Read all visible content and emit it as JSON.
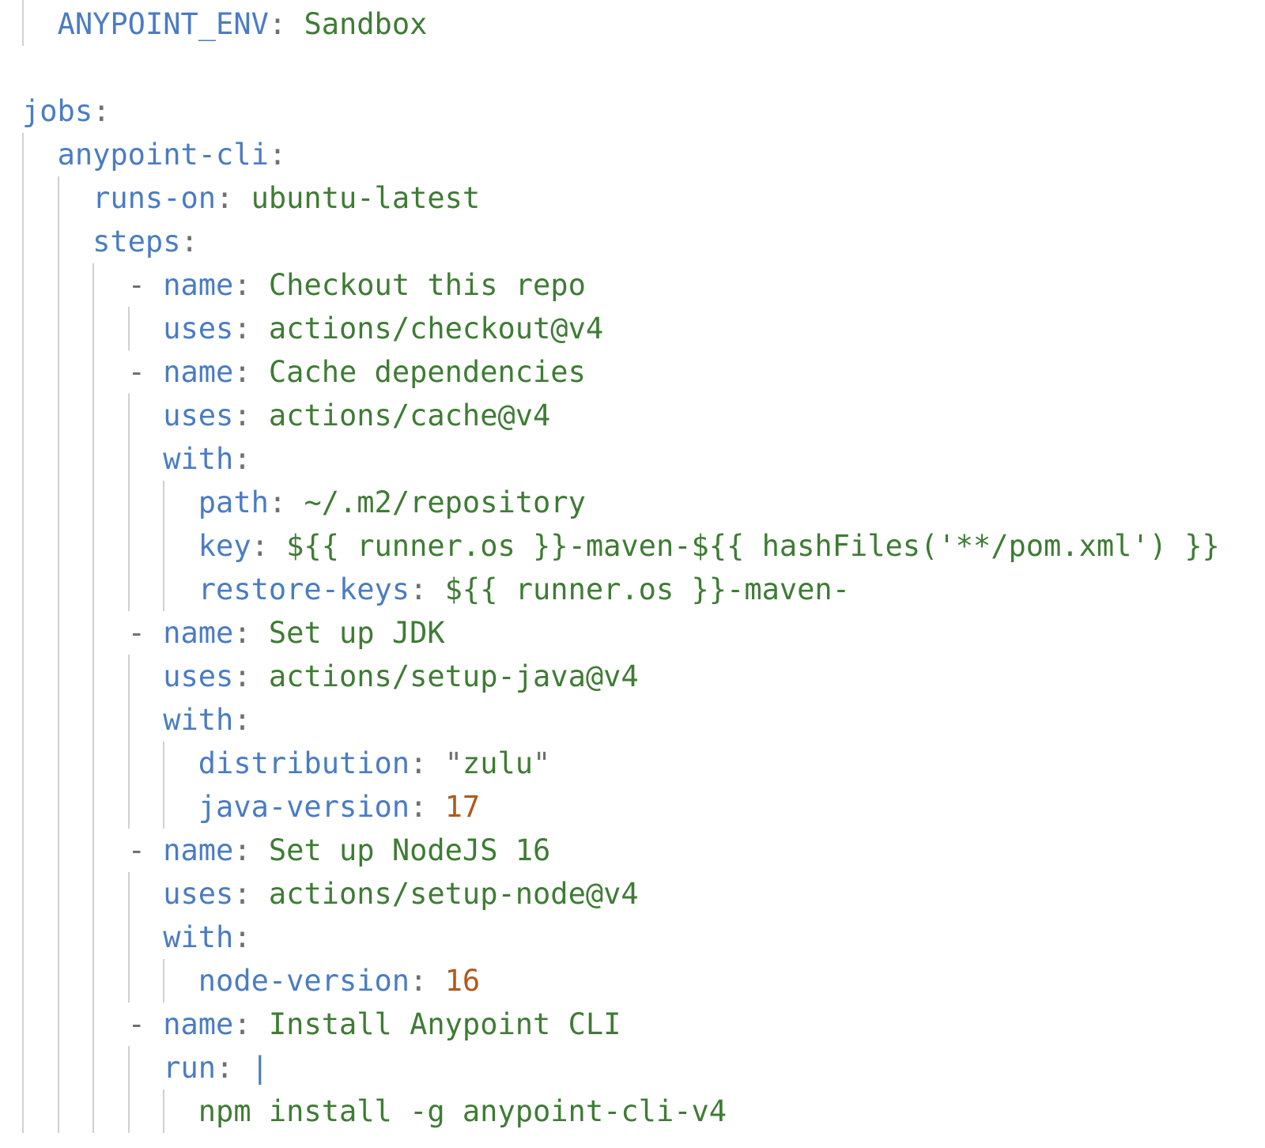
{
  "editor": {
    "language_hint": "yaml",
    "colors": {
      "background": "#ffffff",
      "key": "#4a7cc4",
      "string": "#3e7c34",
      "punctuation": "#707070",
      "number": "#b05a1e",
      "indent_guide": "#d0d0d0"
    },
    "code": {
      "lines": [
        {
          "indent": 2,
          "guides": [
            0
          ],
          "tokens": [
            [
              "key",
              "ANYPOINT_ENV"
            ],
            [
              "punct",
              ": "
            ],
            [
              "str",
              "Sandbox"
            ]
          ]
        },
        {
          "indent": 0,
          "guides": [],
          "tokens": []
        },
        {
          "indent": 0,
          "guides": [],
          "tokens": [
            [
              "key",
              "jobs"
            ],
            [
              "punct",
              ":"
            ]
          ]
        },
        {
          "indent": 2,
          "guides": [
            0
          ],
          "tokens": [
            [
              "key",
              "anypoint-cli"
            ],
            [
              "punct",
              ":"
            ]
          ]
        },
        {
          "indent": 4,
          "guides": [
            0,
            2
          ],
          "tokens": [
            [
              "key",
              "runs-on"
            ],
            [
              "punct",
              ": "
            ],
            [
              "str",
              "ubuntu-latest"
            ]
          ]
        },
        {
          "indent": 4,
          "guides": [
            0,
            2
          ],
          "tokens": [
            [
              "key",
              "steps"
            ],
            [
              "punct",
              ":"
            ]
          ]
        },
        {
          "indent": 6,
          "guides": [
            0,
            2,
            4
          ],
          "tokens": [
            [
              "punct",
              "- "
            ],
            [
              "key",
              "name"
            ],
            [
              "punct",
              ": "
            ],
            [
              "str",
              "Checkout this repo"
            ]
          ]
        },
        {
          "indent": 8,
          "guides": [
            0,
            2,
            4,
            6
          ],
          "tokens": [
            [
              "key",
              "uses"
            ],
            [
              "punct",
              ": "
            ],
            [
              "str",
              "actions/checkout@v4"
            ]
          ]
        },
        {
          "indent": 6,
          "guides": [
            0,
            2,
            4
          ],
          "tokens": [
            [
              "punct",
              "- "
            ],
            [
              "key",
              "name"
            ],
            [
              "punct",
              ": "
            ],
            [
              "str",
              "Cache dependencies"
            ]
          ]
        },
        {
          "indent": 8,
          "guides": [
            0,
            2,
            4,
            6
          ],
          "tokens": [
            [
              "key",
              "uses"
            ],
            [
              "punct",
              ": "
            ],
            [
              "str",
              "actions/cache@v4"
            ]
          ]
        },
        {
          "indent": 8,
          "guides": [
            0,
            2,
            4,
            6
          ],
          "tokens": [
            [
              "key",
              "with"
            ],
            [
              "punct",
              ":"
            ]
          ]
        },
        {
          "indent": 10,
          "guides": [
            0,
            2,
            4,
            6,
            8
          ],
          "tokens": [
            [
              "key",
              "path"
            ],
            [
              "punct",
              ": "
            ],
            [
              "str",
              "~/.m2/repository"
            ]
          ]
        },
        {
          "indent": 10,
          "guides": [
            0,
            2,
            4,
            6,
            8
          ],
          "tokens": [
            [
              "key",
              "key"
            ],
            [
              "punct",
              ": "
            ],
            [
              "str",
              "${{ runner.os }}-maven-${{ hashFiles('**/pom.xml') }}"
            ]
          ]
        },
        {
          "indent": 10,
          "guides": [
            0,
            2,
            4,
            6,
            8
          ],
          "tokens": [
            [
              "key",
              "restore-keys"
            ],
            [
              "punct",
              ": "
            ],
            [
              "str",
              "${{ runner.os }}-maven-"
            ]
          ]
        },
        {
          "indent": 6,
          "guides": [
            0,
            2,
            4
          ],
          "tokens": [
            [
              "punct",
              "- "
            ],
            [
              "key",
              "name"
            ],
            [
              "punct",
              ": "
            ],
            [
              "str",
              "Set up JDK"
            ]
          ]
        },
        {
          "indent": 8,
          "guides": [
            0,
            2,
            4,
            6
          ],
          "tokens": [
            [
              "key",
              "uses"
            ],
            [
              "punct",
              ": "
            ],
            [
              "str",
              "actions/setup-java@v4"
            ]
          ]
        },
        {
          "indent": 8,
          "guides": [
            0,
            2,
            4,
            6
          ],
          "tokens": [
            [
              "key",
              "with"
            ],
            [
              "punct",
              ":"
            ]
          ]
        },
        {
          "indent": 10,
          "guides": [
            0,
            2,
            4,
            6,
            8
          ],
          "tokens": [
            [
              "key",
              "distribution"
            ],
            [
              "punct",
              ": "
            ],
            [
              "punct",
              "\""
            ],
            [
              "str",
              "zulu"
            ],
            [
              "punct",
              "\""
            ]
          ]
        },
        {
          "indent": 10,
          "guides": [
            0,
            2,
            4,
            6,
            8
          ],
          "tokens": [
            [
              "key",
              "java-version"
            ],
            [
              "punct",
              ": "
            ],
            [
              "num",
              "17"
            ]
          ]
        },
        {
          "indent": 6,
          "guides": [
            0,
            2,
            4
          ],
          "tokens": [
            [
              "punct",
              "- "
            ],
            [
              "key",
              "name"
            ],
            [
              "punct",
              ": "
            ],
            [
              "str",
              "Set up NodeJS 16"
            ]
          ]
        },
        {
          "indent": 8,
          "guides": [
            0,
            2,
            4,
            6
          ],
          "tokens": [
            [
              "key",
              "uses"
            ],
            [
              "punct",
              ": "
            ],
            [
              "str",
              "actions/setup-node@v4"
            ]
          ]
        },
        {
          "indent": 8,
          "guides": [
            0,
            2,
            4,
            6
          ],
          "tokens": [
            [
              "key",
              "with"
            ],
            [
              "punct",
              ":"
            ]
          ]
        },
        {
          "indent": 10,
          "guides": [
            0,
            2,
            4,
            6,
            8
          ],
          "tokens": [
            [
              "key",
              "node-version"
            ],
            [
              "punct",
              ": "
            ],
            [
              "num",
              "16"
            ]
          ]
        },
        {
          "indent": 6,
          "guides": [
            0,
            2,
            4
          ],
          "tokens": [
            [
              "punct",
              "- "
            ],
            [
              "key",
              "name"
            ],
            [
              "punct",
              ": "
            ],
            [
              "str",
              "Install Anypoint CLI"
            ]
          ]
        },
        {
          "indent": 8,
          "guides": [
            0,
            2,
            4,
            6
          ],
          "tokens": [
            [
              "key",
              "run"
            ],
            [
              "punct",
              ": "
            ],
            [
              "key",
              "|"
            ]
          ]
        },
        {
          "indent": 10,
          "guides": [
            0,
            2,
            4,
            6,
            8
          ],
          "tokens": [
            [
              "str",
              "npm install -g anypoint-cli-v4"
            ]
          ]
        }
      ]
    }
  }
}
